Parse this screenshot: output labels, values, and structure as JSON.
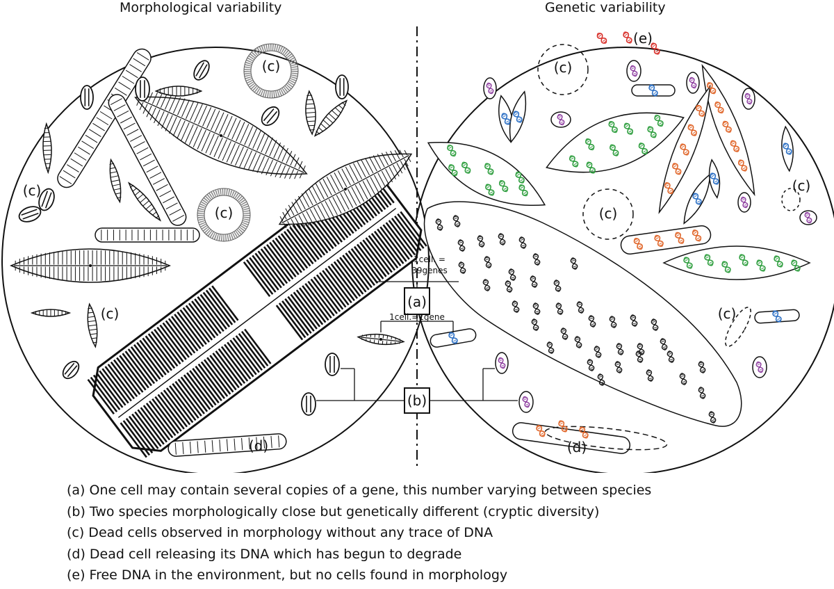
{
  "headers": {
    "left": "Morphological variability",
    "right": "Genetic variability"
  },
  "labels": {
    "a": "(a)",
    "b": "(b)",
    "c": "(c)",
    "d": "(d)",
    "e": "(e)",
    "cell39_line1": "1cell. =",
    "cell39_line2": "39genes",
    "cell1": "1cell.=1gene"
  },
  "legend": [
    "(a) One cell may contain several copies of a gene, this number varying between species",
    "(b) Two species morphologically close but genetically different (cryptic diversity)",
    "(c) Dead cells observed in morphology without any trace of DNA",
    "(d) Dead cell releasing its DNA which has begun to degrade",
    "(e) Free DNA in the environment, but no cells found in morphology"
  ],
  "colors": {
    "outline": "#111111",
    "dna_black": "#1a1a1a",
    "dna_green": "#2e9e3e",
    "dna_orange": "#e0662a",
    "dna_purple": "#8e3fa0",
    "dna_blue": "#2b6fc4",
    "dna_red": "#d8302a",
    "dead_ring": "#8a8a8a"
  }
}
